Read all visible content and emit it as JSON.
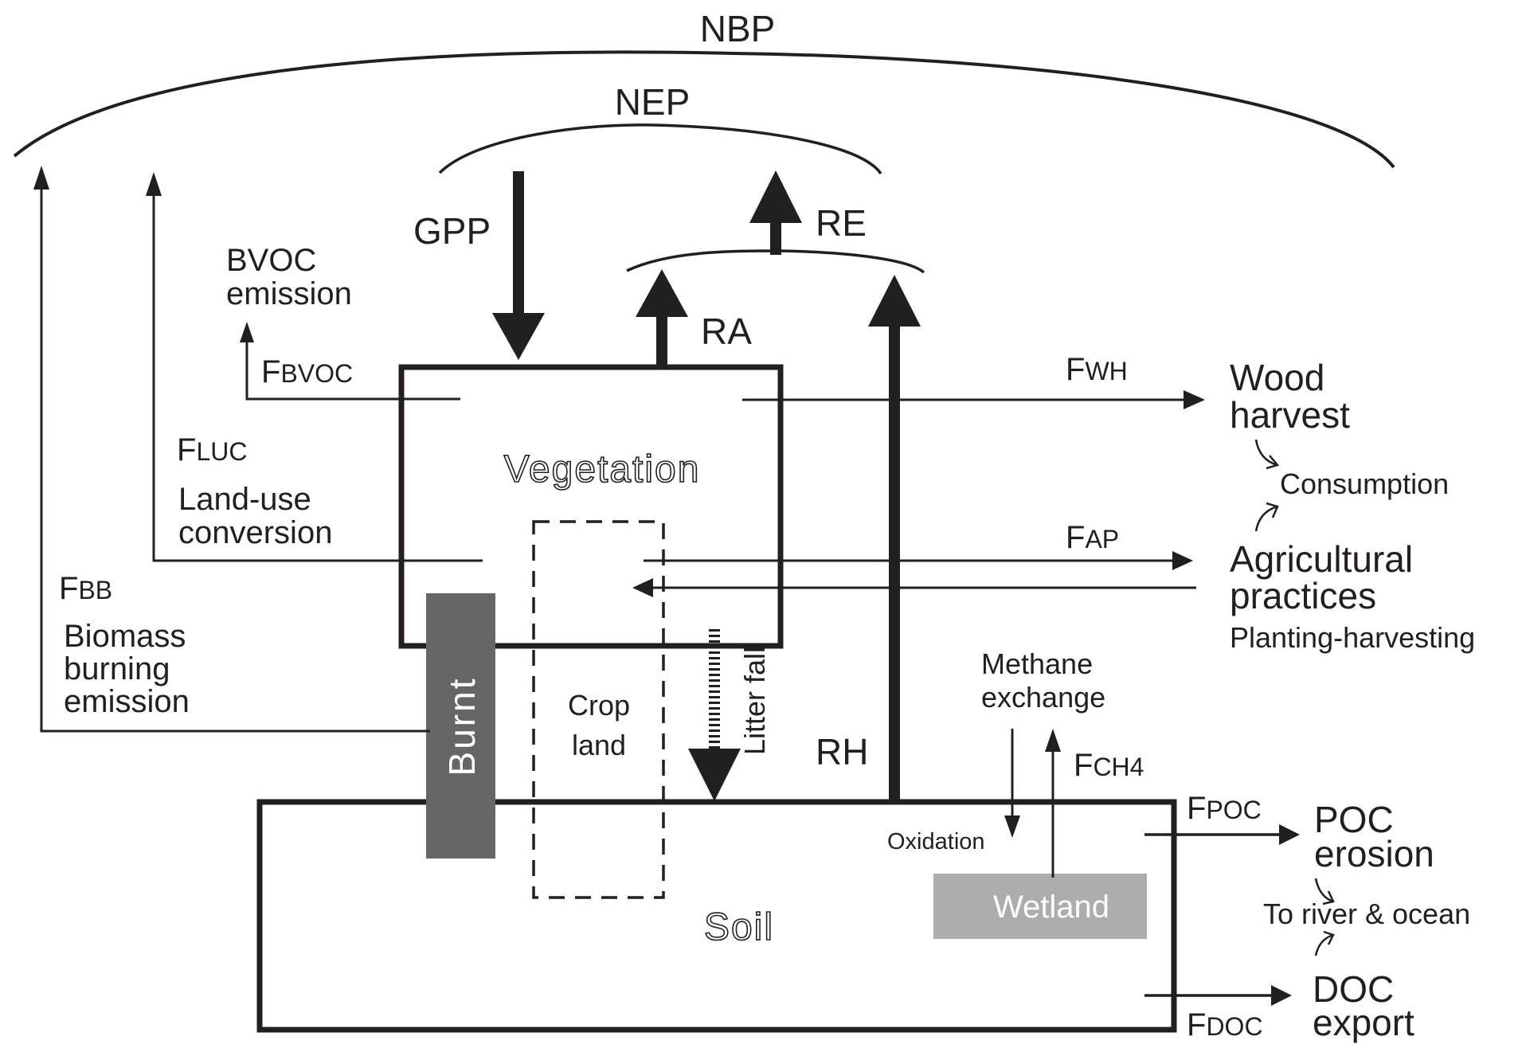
{
  "diagram": {
    "title": "Terrestrial carbon flux schematic",
    "colors": {
      "ink": "#231f20",
      "burnt": "#666666",
      "wetland": "#adadad",
      "background": "#ffffff"
    },
    "arcs": {
      "nbp": "NBP",
      "nep": "NEP"
    },
    "fluxes": {
      "gpp": "GPP",
      "re": "RE",
      "ra": "RA",
      "rh": "RH",
      "litter_fall": "Litter fall",
      "f_bvoc": {
        "main": "F",
        "sub": "BVOC"
      },
      "f_luc": {
        "main": "F",
        "sub": "LUC"
      },
      "f_bb": {
        "main": "F",
        "sub": "BB"
      },
      "f_wh": {
        "main": "F",
        "sub": "WH"
      },
      "f_ap": {
        "main": "F",
        "sub": "AP"
      },
      "f_ch4": {
        "main": "F",
        "sub": "CH4"
      },
      "f_poc": {
        "main": "F",
        "sub": "POC"
      },
      "f_doc": {
        "main": "F",
        "sub": "DOC"
      }
    },
    "pools": {
      "vegetation": "Vegetation",
      "soil": "Soil",
      "burnt": "Burnt",
      "crop_land": [
        "Crop",
        "land"
      ],
      "wetland": "Wetland"
    },
    "labels": {
      "bvoc_emission": [
        "BVOC",
        "emission"
      ],
      "land_use_conversion": [
        "Land-use",
        "conversion"
      ],
      "biomass_burning_emission": [
        "Biomass",
        "burning",
        "emission"
      ],
      "wood_harvest": [
        "Wood",
        "harvest"
      ],
      "consumption": "Consumption",
      "agricultural_practices": [
        "Agricultural",
        "practices"
      ],
      "planting_harvesting": "Planting-harvesting",
      "methane_exchange": [
        "Methane",
        "exchange"
      ],
      "oxidation": "Oxidation",
      "poc_erosion": [
        "POC",
        "erosion"
      ],
      "to_river_ocean": "To river & ocean",
      "doc_export": [
        "DOC",
        "export"
      ]
    }
  }
}
